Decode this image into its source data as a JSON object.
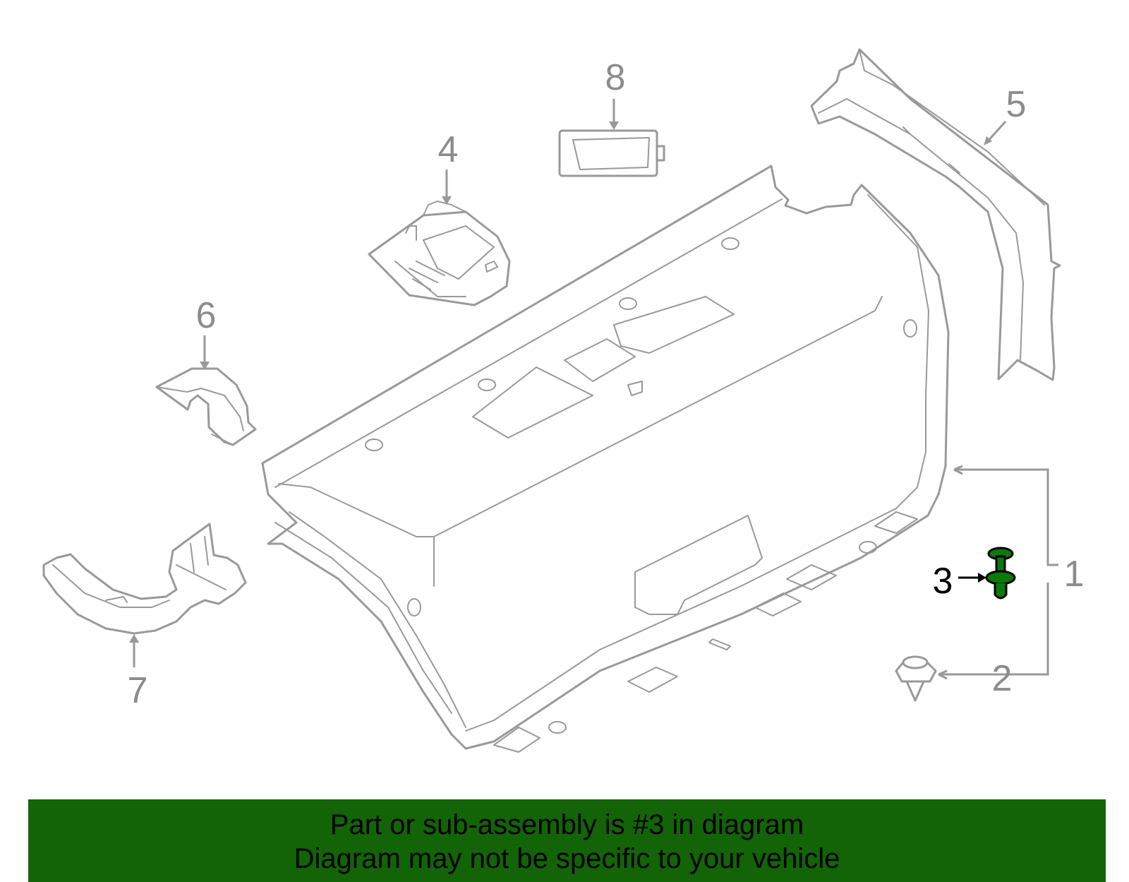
{
  "diagram": {
    "callouts": [
      {
        "id": "1",
        "label": "1"
      },
      {
        "id": "2",
        "label": "2"
      },
      {
        "id": "3",
        "label": "3",
        "highlighted": true
      },
      {
        "id": "4",
        "label": "4"
      },
      {
        "id": "5",
        "label": "5"
      },
      {
        "id": "6",
        "label": "6"
      },
      {
        "id": "7",
        "label": "7"
      },
      {
        "id": "8",
        "label": "8"
      }
    ],
    "line_color": "#999999",
    "label_color": "#8c8c8c",
    "highlight_part_color": "#0b7a0b",
    "highlight_label_color": "#000000"
  },
  "banner": {
    "line1": "Part or sub-assembly is #3 in diagram",
    "line2": "Diagram may not be specific to your vehicle",
    "background": "#136307",
    "text_color": "#000000"
  }
}
